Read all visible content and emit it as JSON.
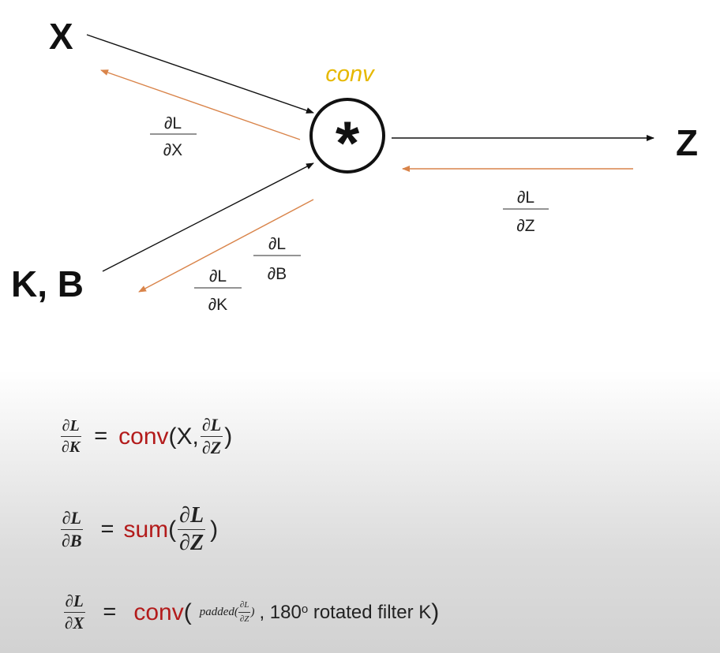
{
  "nodes": {
    "x": "X",
    "kb": "K, B",
    "z": "Z",
    "op_symbol": "*",
    "op_name": "conv"
  },
  "grads": {
    "dx": {
      "num": "∂L",
      "den": "∂X"
    },
    "dk": {
      "num": "∂L",
      "den": "∂K"
    },
    "db": {
      "num": "∂L",
      "den": "∂B"
    },
    "dz": {
      "num": "∂L",
      "den": "∂Z"
    }
  },
  "equations": {
    "eq1": {
      "lhs_num": "∂L",
      "lhs_den": "∂K",
      "equals": "=",
      "fn": "conv",
      "open": "(X,",
      "arg_num": "∂L",
      "arg_den": "∂Z",
      "close": ")"
    },
    "eq2": {
      "lhs_num": "∂L",
      "lhs_den": "∂B",
      "equals": "=",
      "fn": "sum",
      "open": "(",
      "arg_num": "∂L",
      "arg_den": "∂Z",
      "close": ")"
    },
    "eq3": {
      "lhs_num": "∂L",
      "lhs_den": "∂X",
      "equals": "=",
      "fn": "conv",
      "open": "(",
      "pad_text": "padded",
      "pad_open": "(",
      "pad_num": "∂L",
      "pad_den": "∂Z",
      "pad_close": ")",
      "tail": ", 180",
      "degree": "o",
      "tail2": " rotated filter K",
      "close": ")"
    }
  },
  "colors": {
    "forward": "#111111",
    "backward": "#d9844a",
    "conv_label": "#e6b800",
    "function_name": "#b31b1b"
  }
}
